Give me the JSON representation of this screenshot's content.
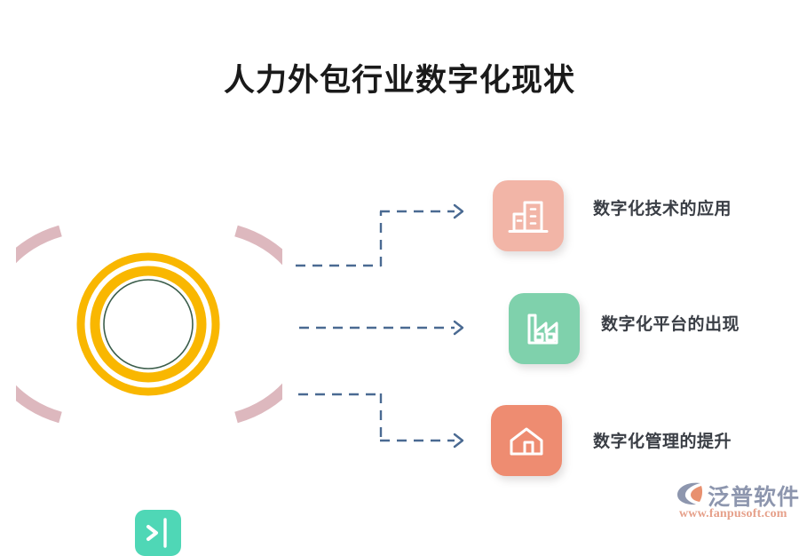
{
  "page": {
    "title": "人力外包行业数字化现状",
    "background_color": "#ffffff"
  },
  "center_emblem": {
    "name": "central-terminal-emblem",
    "outer_arc_color": "#DDB8BE",
    "ring_color": "#F9B700",
    "circle_outline_color": "#3C5E4B",
    "inner_tile_color": "#4FD7B6",
    "inner_icon": "terminal-prompt-icon",
    "glyph": ">"
  },
  "connectors": {
    "line_color": "#4A6A92",
    "style": "dashed",
    "arrow_head": "chevron-right"
  },
  "rows": [
    {
      "label": "数字化技术的应用",
      "icon": "office-building-icon",
      "tile_color": "#F2B5A7",
      "connector": "elbow-up"
    },
    {
      "label": "数字化平台的出现",
      "icon": "factory-icon",
      "tile_color": "#7FD1AC",
      "connector": "straight"
    },
    {
      "label": "数字化管理的提升",
      "icon": "warehouse-icon",
      "tile_color": "#EE8C71",
      "connector": "elbow-down"
    }
  ],
  "watermark": {
    "brand": "泛普软件",
    "url": "www.fanpusoft.com",
    "mark": "fanpu-logo-icon",
    "brand_color": "#8d96ae",
    "url_color": "#e6a08a"
  }
}
